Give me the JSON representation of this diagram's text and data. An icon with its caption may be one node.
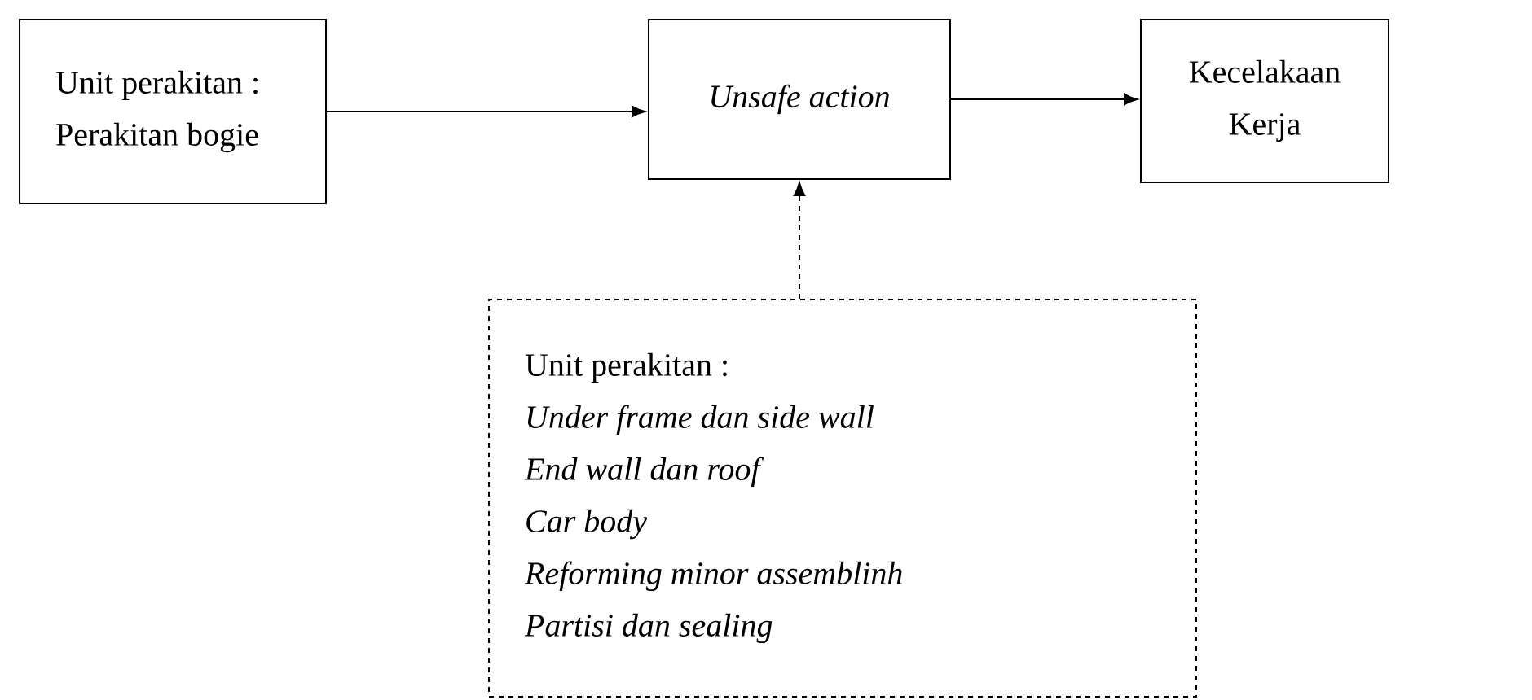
{
  "diagram": {
    "nodes": [
      {
        "text": [
          "Unit perakitan :",
          "Perakitan bogie"
        ]
      },
      {
        "text": [
          "Unsafe action"
        ]
      },
      {
        "text": [
          "Kecelakaan Kerja"
        ]
      },
      {
        "text": [
          "Unit perakitan :",
          "Under frame dan side wall",
          "End wall dan roof",
          "Car body",
          "Reforming minor assemblinh",
          "Partisi dan sealing"
        ]
      }
    ],
    "edges": [
      {
        "from": 0,
        "to": 1,
        "arrow": "to"
      },
      {
        "from": 1,
        "to": 2,
        "arrow": "to"
      },
      {
        "from": 3,
        "to": 1,
        "arrow": "to",
        "style": "dashed"
      }
    ]
  }
}
